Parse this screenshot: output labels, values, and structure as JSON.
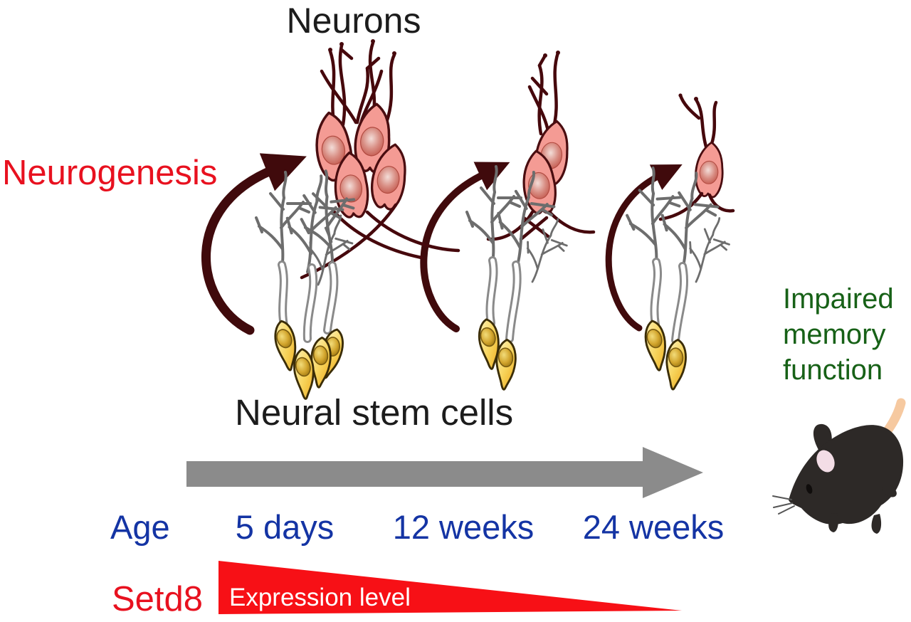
{
  "title": "Neurons",
  "labels": {
    "neurons": "Neurons",
    "neurogenesis": "Neurogenesis",
    "neural_stem_cells": "Neural stem cells",
    "age": "Age",
    "setd8": "Setd8",
    "expression_level": "Expression level",
    "impaired_memory": [
      "Impaired",
      "memory",
      "function"
    ]
  },
  "timeline": {
    "ticks": [
      "5 days",
      "12 weeks",
      "24 weeks"
    ]
  },
  "stages": [
    {
      "age": "5 days",
      "neuron_count": 4,
      "stem_cell_count": 4,
      "neurogenesis_level": "high"
    },
    {
      "age": "12 weeks",
      "neuron_count": 2,
      "stem_cell_count": 2,
      "neurogenesis_level": "medium"
    },
    {
      "age": "24 weeks",
      "neuron_count": 1,
      "stem_cell_count": 2,
      "neurogenesis_level": "low"
    }
  ],
  "setd8_expression": {
    "trend": "decreasing with age",
    "label": "Expression level"
  },
  "colors": {
    "neurogenesis_red": "#e8111f",
    "expression_triangle_red": "#f71016",
    "age_blue": "#1434a4",
    "impaired_green": "#176117",
    "timeline_gray": "#8b8b8b",
    "arrow_maroon": "#400a0c",
    "neuron_pink": "#f49b94",
    "stem_cell_yellow": "#f5c63f",
    "text_black": "#1c1c1c",
    "white": "#ffffff"
  }
}
